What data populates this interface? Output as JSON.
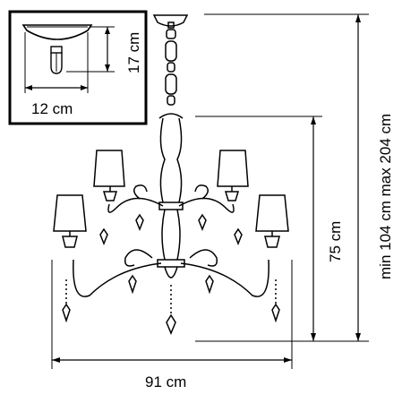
{
  "dimensions": {
    "fixture_width": "91 cm",
    "body_height": "75 cm",
    "total_height": "min 104 cm max 204 cm",
    "canopy_diameter": "12 cm",
    "canopy_height": "17 cm"
  }
}
